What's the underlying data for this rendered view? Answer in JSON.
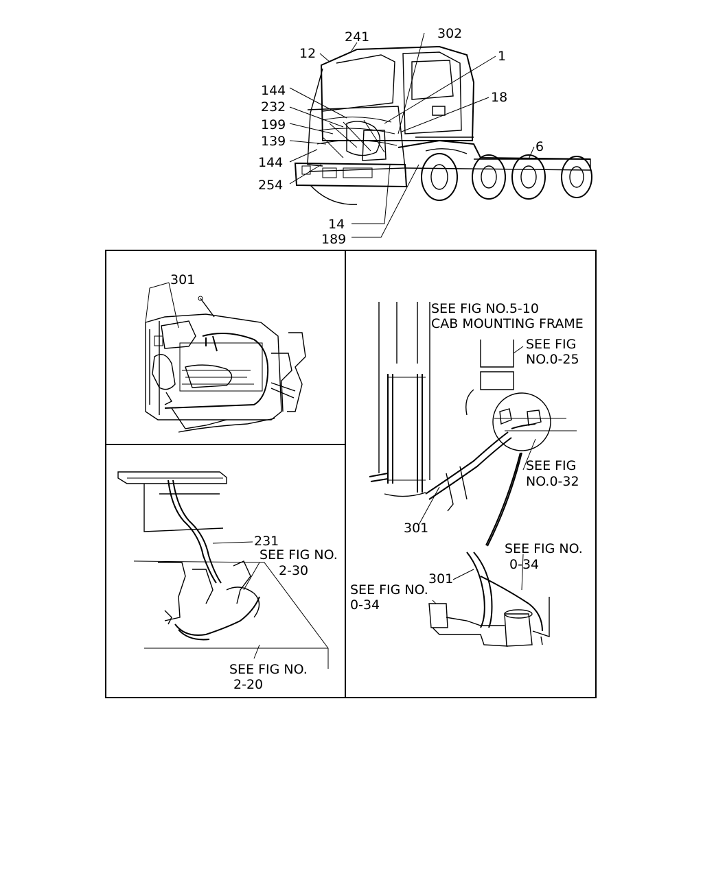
{
  "top_callouts": {
    "c241": "241",
    "c302": "302",
    "c12": "12",
    "c1": "1",
    "c144a": "144",
    "c18": "18",
    "c232": "232",
    "c199": "199",
    "c139": "139",
    "c6": "6",
    "c144b": "144",
    "c254": "254",
    "c14": "14",
    "c189": "189"
  },
  "panel_engine": {
    "callout": "301"
  },
  "panel_lower_left": {
    "callout": "231",
    "ref_a_line1": "SEE FIG NO.",
    "ref_a_line2": "2-30",
    "ref_b_line1": "SEE FIG NO.",
    "ref_b_line2": "2-20"
  },
  "panel_right": {
    "ref_cab_line1": "SEE FIG NO.5-10",
    "ref_cab_line2": "CAB MOUNTING FRAME",
    "ref_025_line1": "SEE FIG",
    "ref_025_line2": "NO.0-25",
    "ref_032_line1": "SEE FIG",
    "ref_032_line2": "NO.0-32",
    "callout_a": "301",
    "ref_034r_line1": "SEE FIG NO.",
    "ref_034r_line2": "0-34",
    "callout_b": "301",
    "ref_034l_line1": "SEE FIG NO.",
    "ref_034l_line2": "0-34"
  }
}
